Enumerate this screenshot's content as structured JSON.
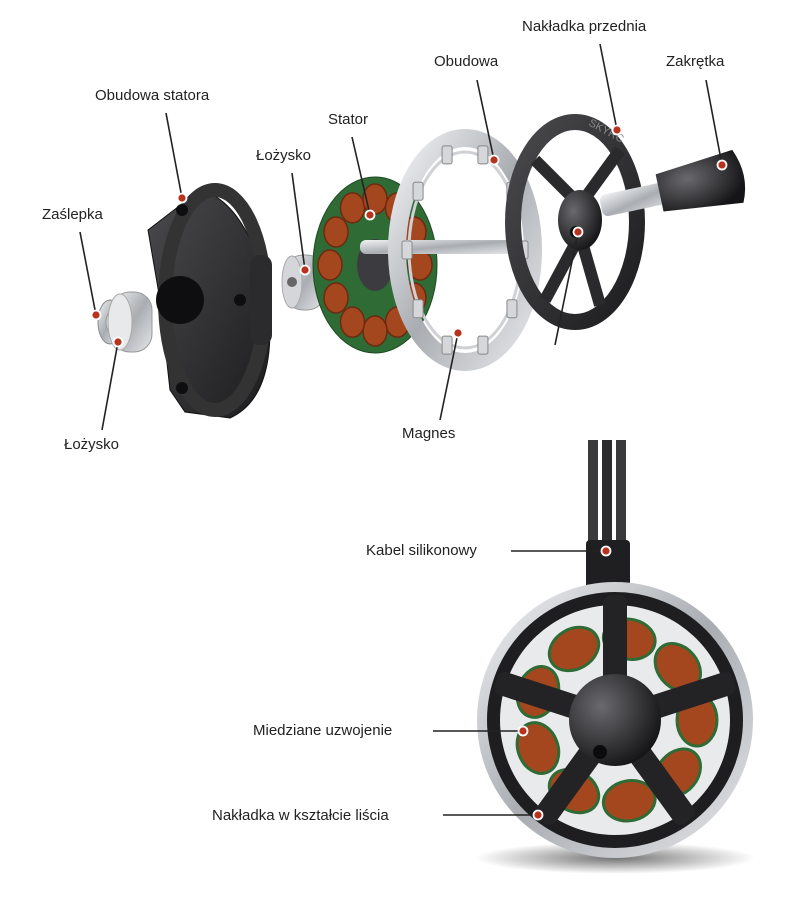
{
  "labels": {
    "nakladka_przednia": "Nakładka przednia",
    "obudowa": "Obudowa",
    "zakretka": "Zakrętka",
    "obudowa_statora": "Obudowa statora",
    "stator": "Stator",
    "lozysko_top": "Łożysko",
    "zaslepka": "Zaślepka",
    "lozysko_bottom": "Łożysko",
    "magnes": "Magnes",
    "kabel_silikonowy": "Kabel silikonowy",
    "miedziane_uzwojenie": "Miedziane uzwojenie",
    "nakladka_lisc": "Nakładka w kształcie liścia"
  },
  "brand_mark": "SKYRC",
  "colors": {
    "marker": "#b8321e",
    "leader": "#222222",
    "metal_dark": "#2a2a2c",
    "copper": "#a4471f",
    "stator_green": "#2f6b35",
    "silver": "#c9ccd0"
  }
}
